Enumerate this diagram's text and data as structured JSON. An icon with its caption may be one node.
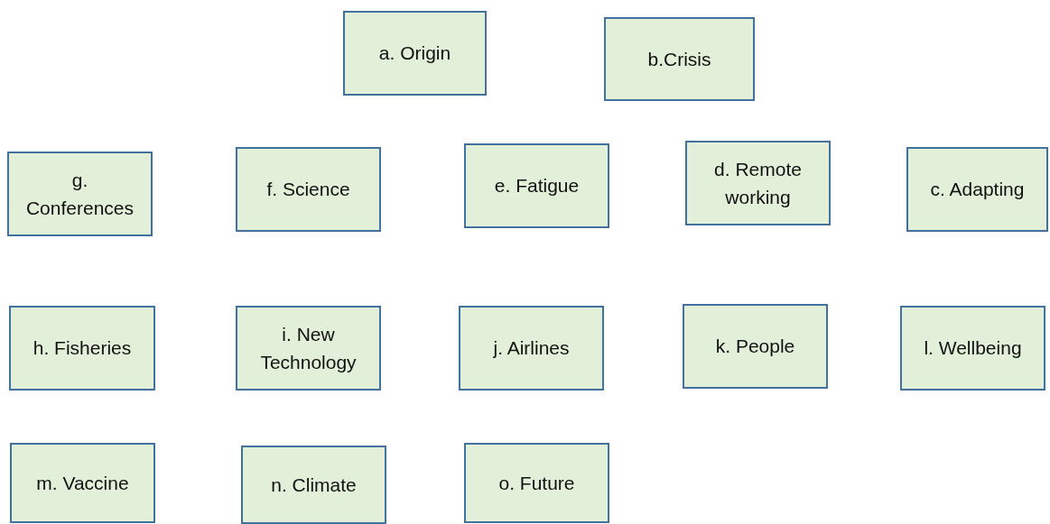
{
  "diagram": {
    "nodes": [
      {
        "text": [
          "a. Origin"
        ]
      },
      {
        "text": [
          "b.Crisis"
        ]
      },
      {
        "text": [
          "g. Conferences"
        ]
      },
      {
        "text": [
          "f. Science"
        ]
      },
      {
        "text": [
          "e. Fatigue"
        ]
      },
      {
        "text": [
          "d. Remote working"
        ]
      },
      {
        "text": [
          "c. Adapting"
        ]
      },
      {
        "text": [
          "h. Fisheries"
        ]
      },
      {
        "text": [
          "i. New Technology"
        ]
      },
      {
        "text": [
          "j. Airlines"
        ]
      },
      {
        "text": [
          "k. People"
        ]
      },
      {
        "text": [
          "l. Wellbeing"
        ]
      },
      {
        "text": [
          "m. Vaccine"
        ]
      },
      {
        "text": [
          "n. Climate"
        ]
      },
      {
        "text": [
          "o. Future"
        ]
      }
    ]
  }
}
